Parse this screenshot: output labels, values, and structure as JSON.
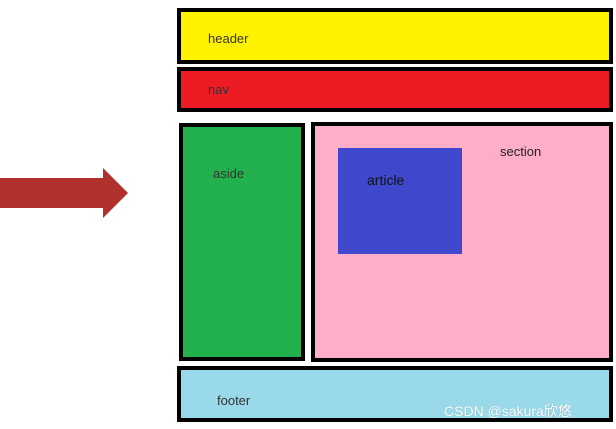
{
  "colors": {
    "header": "#fff200",
    "nav": "#ed1c24",
    "aside": "#22b14c",
    "section": "#ffaec9",
    "article": "#3f48cc",
    "footer": "#99d9ea",
    "arrow": "#b0302b",
    "border": "#000000"
  },
  "diagram": {
    "arrow_icon": "right-arrow-icon",
    "header": {
      "label": "header"
    },
    "nav": {
      "label": "nav"
    },
    "aside": {
      "label": "aside"
    },
    "section": {
      "label": "section"
    },
    "article": {
      "label": "article"
    },
    "footer": {
      "label": "footer"
    }
  },
  "watermark": "CSDN @sakura欣悠"
}
